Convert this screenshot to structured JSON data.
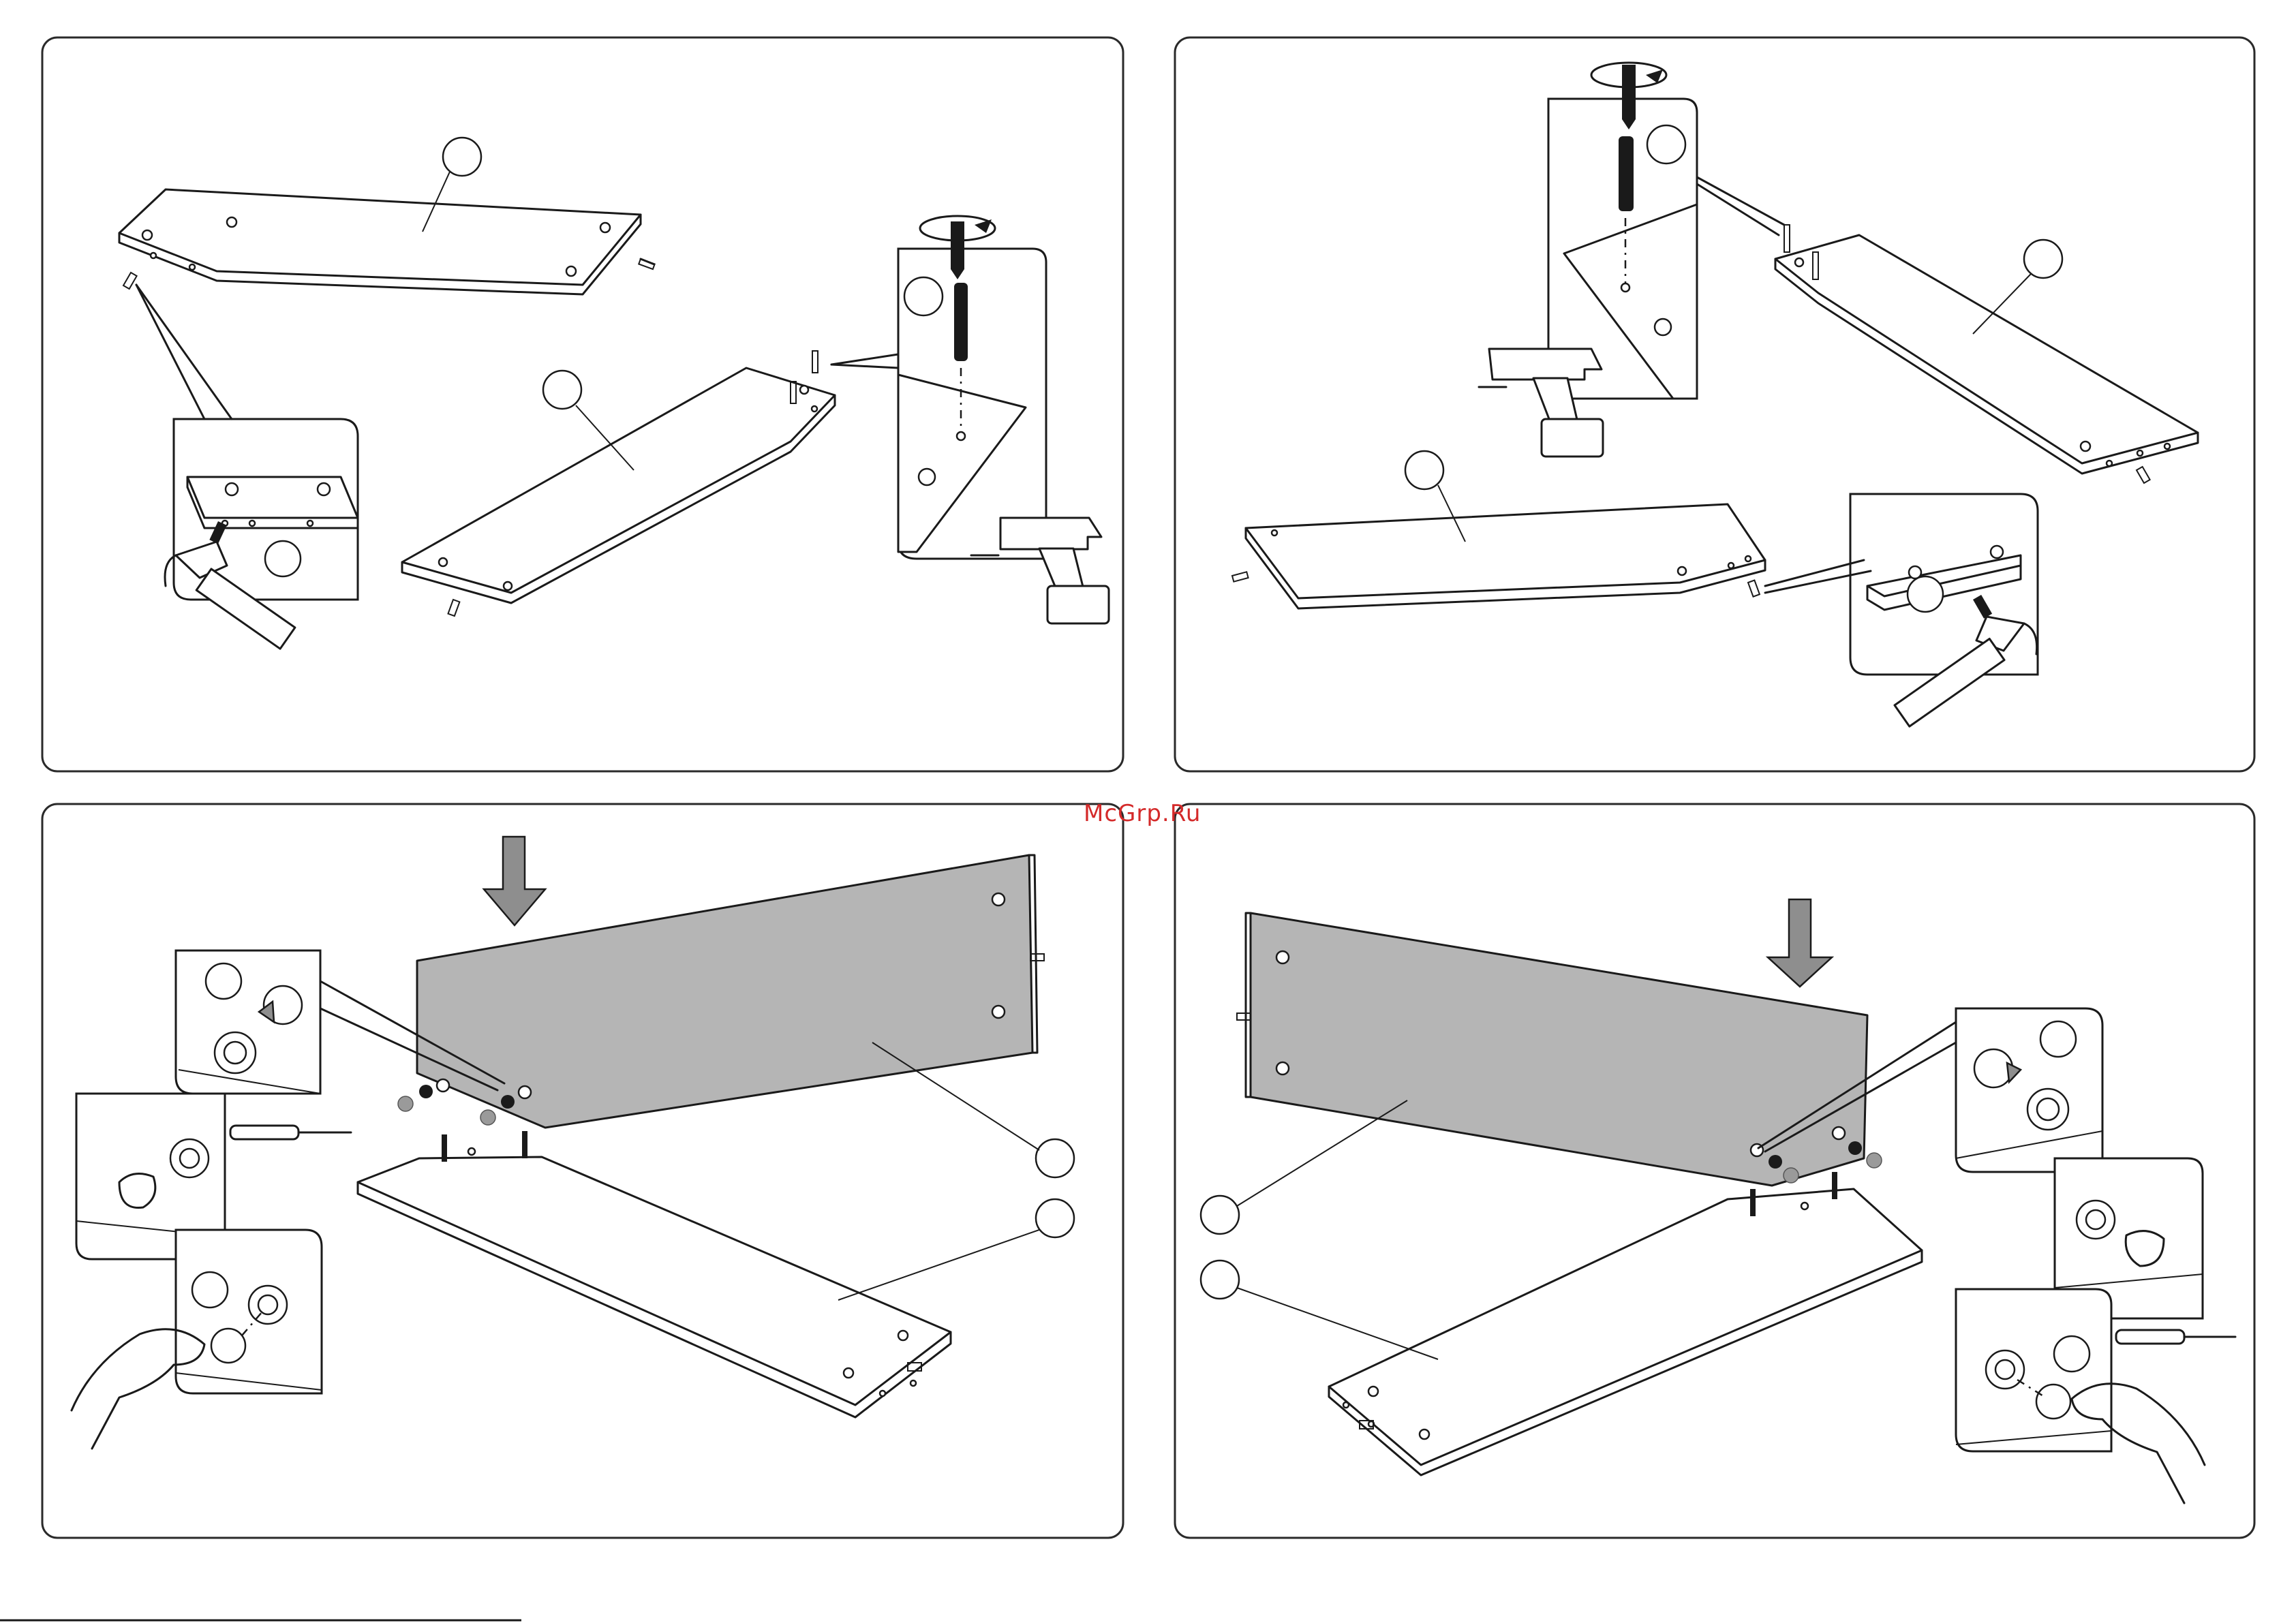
{
  "watermark": {
    "text": "McGrp.Ru"
  },
  "colors": {
    "panel_border": "#2a2a2a",
    "grey_board": "#b5b5b5",
    "arrow": "#8e8e8e",
    "watermark": "#d42a2a"
  },
  "panels": [
    {
      "id": "step-top-left",
      "icons": [
        "hammer-icon",
        "drill-icon",
        "screwdriver-rotate-icon",
        "dowel-icon",
        "cam-bolt-icon"
      ]
    },
    {
      "id": "step-top-right",
      "icons": [
        "hammer-icon",
        "drill-icon",
        "screwdriver-rotate-icon",
        "dowel-icon",
        "cam-bolt-icon"
      ]
    },
    {
      "id": "step-bottom-left",
      "icons": [
        "down-arrow-icon",
        "cam-lock-icon",
        "screwdriver-icon",
        "hand-icon"
      ]
    },
    {
      "id": "step-bottom-right",
      "icons": [
        "down-arrow-icon",
        "cam-lock-icon",
        "screwdriver-icon",
        "hand-icon"
      ]
    }
  ]
}
